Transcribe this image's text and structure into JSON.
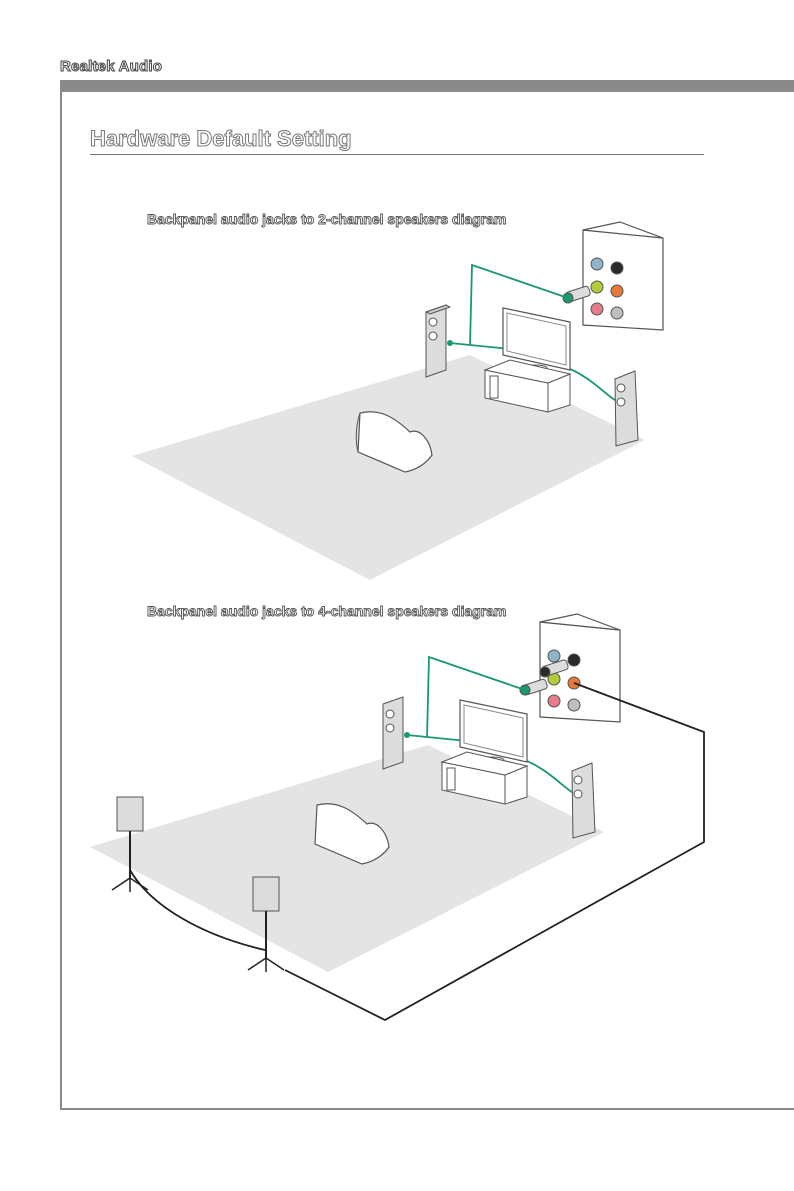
{
  "header": {
    "label": "Realtek Audio"
  },
  "section": {
    "title": "Hardware Default Setting"
  },
  "diagrams": [
    {
      "caption": "Backpanel audio jacks to 2-channel speakers diagram"
    },
    {
      "caption": "Backpanel audio jacks to 4-channel speakers diagram"
    }
  ],
  "colors": {
    "cable_green": "#1a9a6a",
    "floor": "#e4e4e4",
    "speaker": "#dcdcdc",
    "jack_blue": "#8fb3c9",
    "jack_green": "#b5c93a",
    "jack_pink": "#e57c8a",
    "jack_orange": "#e8783a",
    "jack_black": "#2a2a2a",
    "jack_gray": "#bfbfbf"
  }
}
